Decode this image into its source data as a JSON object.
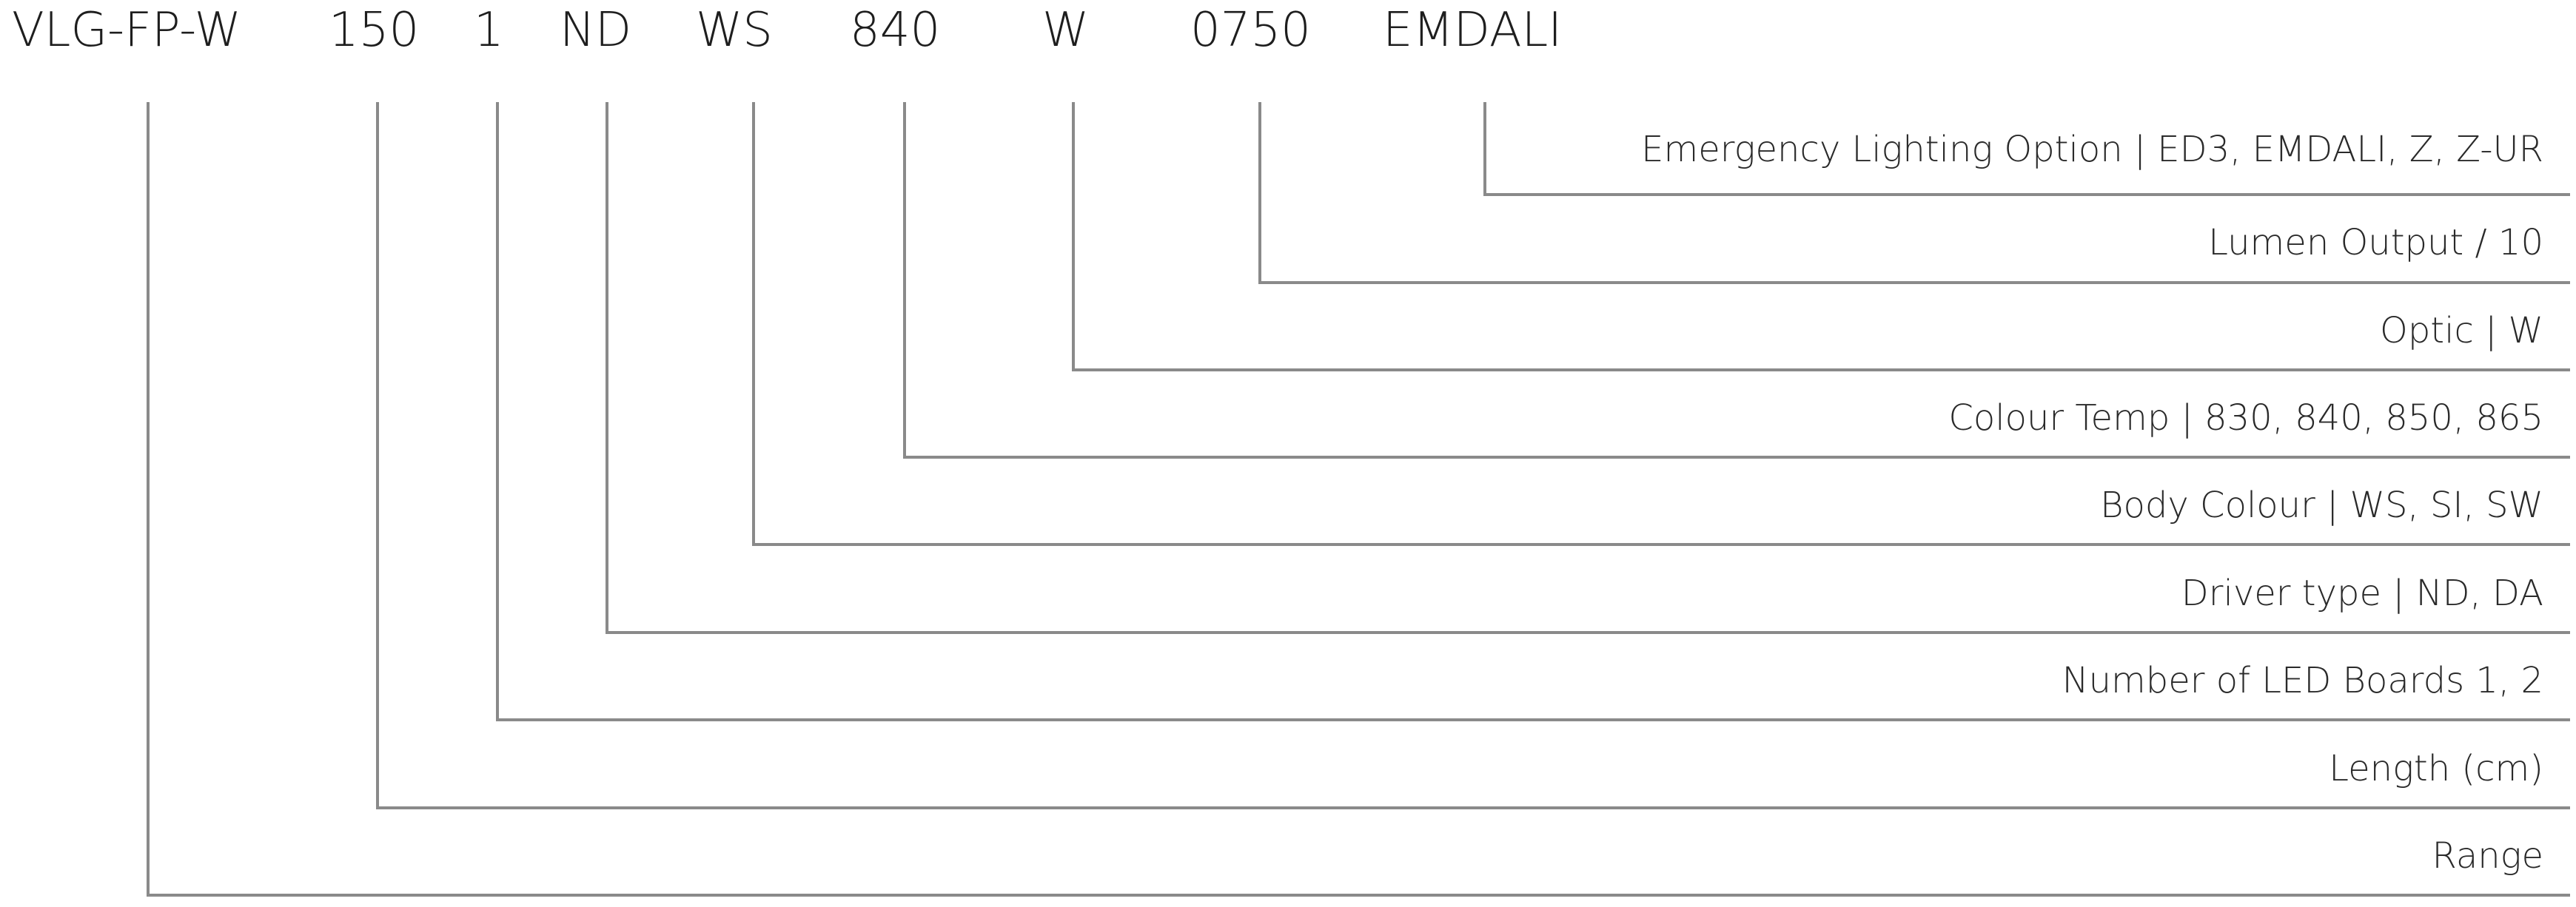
{
  "code": {
    "segments": [
      "VLG-FP-W",
      "150",
      "1",
      "ND",
      "WS",
      "840",
      "W",
      "0750",
      "EMDALI"
    ]
  },
  "descriptions": [
    "Range",
    "Length (cm)",
    "Number of LED Boards 1, 2",
    "Driver type | ND, DA",
    "Body Colour | WS, SI, SW",
    "Colour Temp | 830, 840, 850, 865",
    "Optic | W",
    "Lumen Output / 10",
    "Emergency Lighting Option | ED3, EMDALI, Z, Z-UR"
  ],
  "colors": {
    "line": "#8a8a8a",
    "text": "#222222"
  }
}
